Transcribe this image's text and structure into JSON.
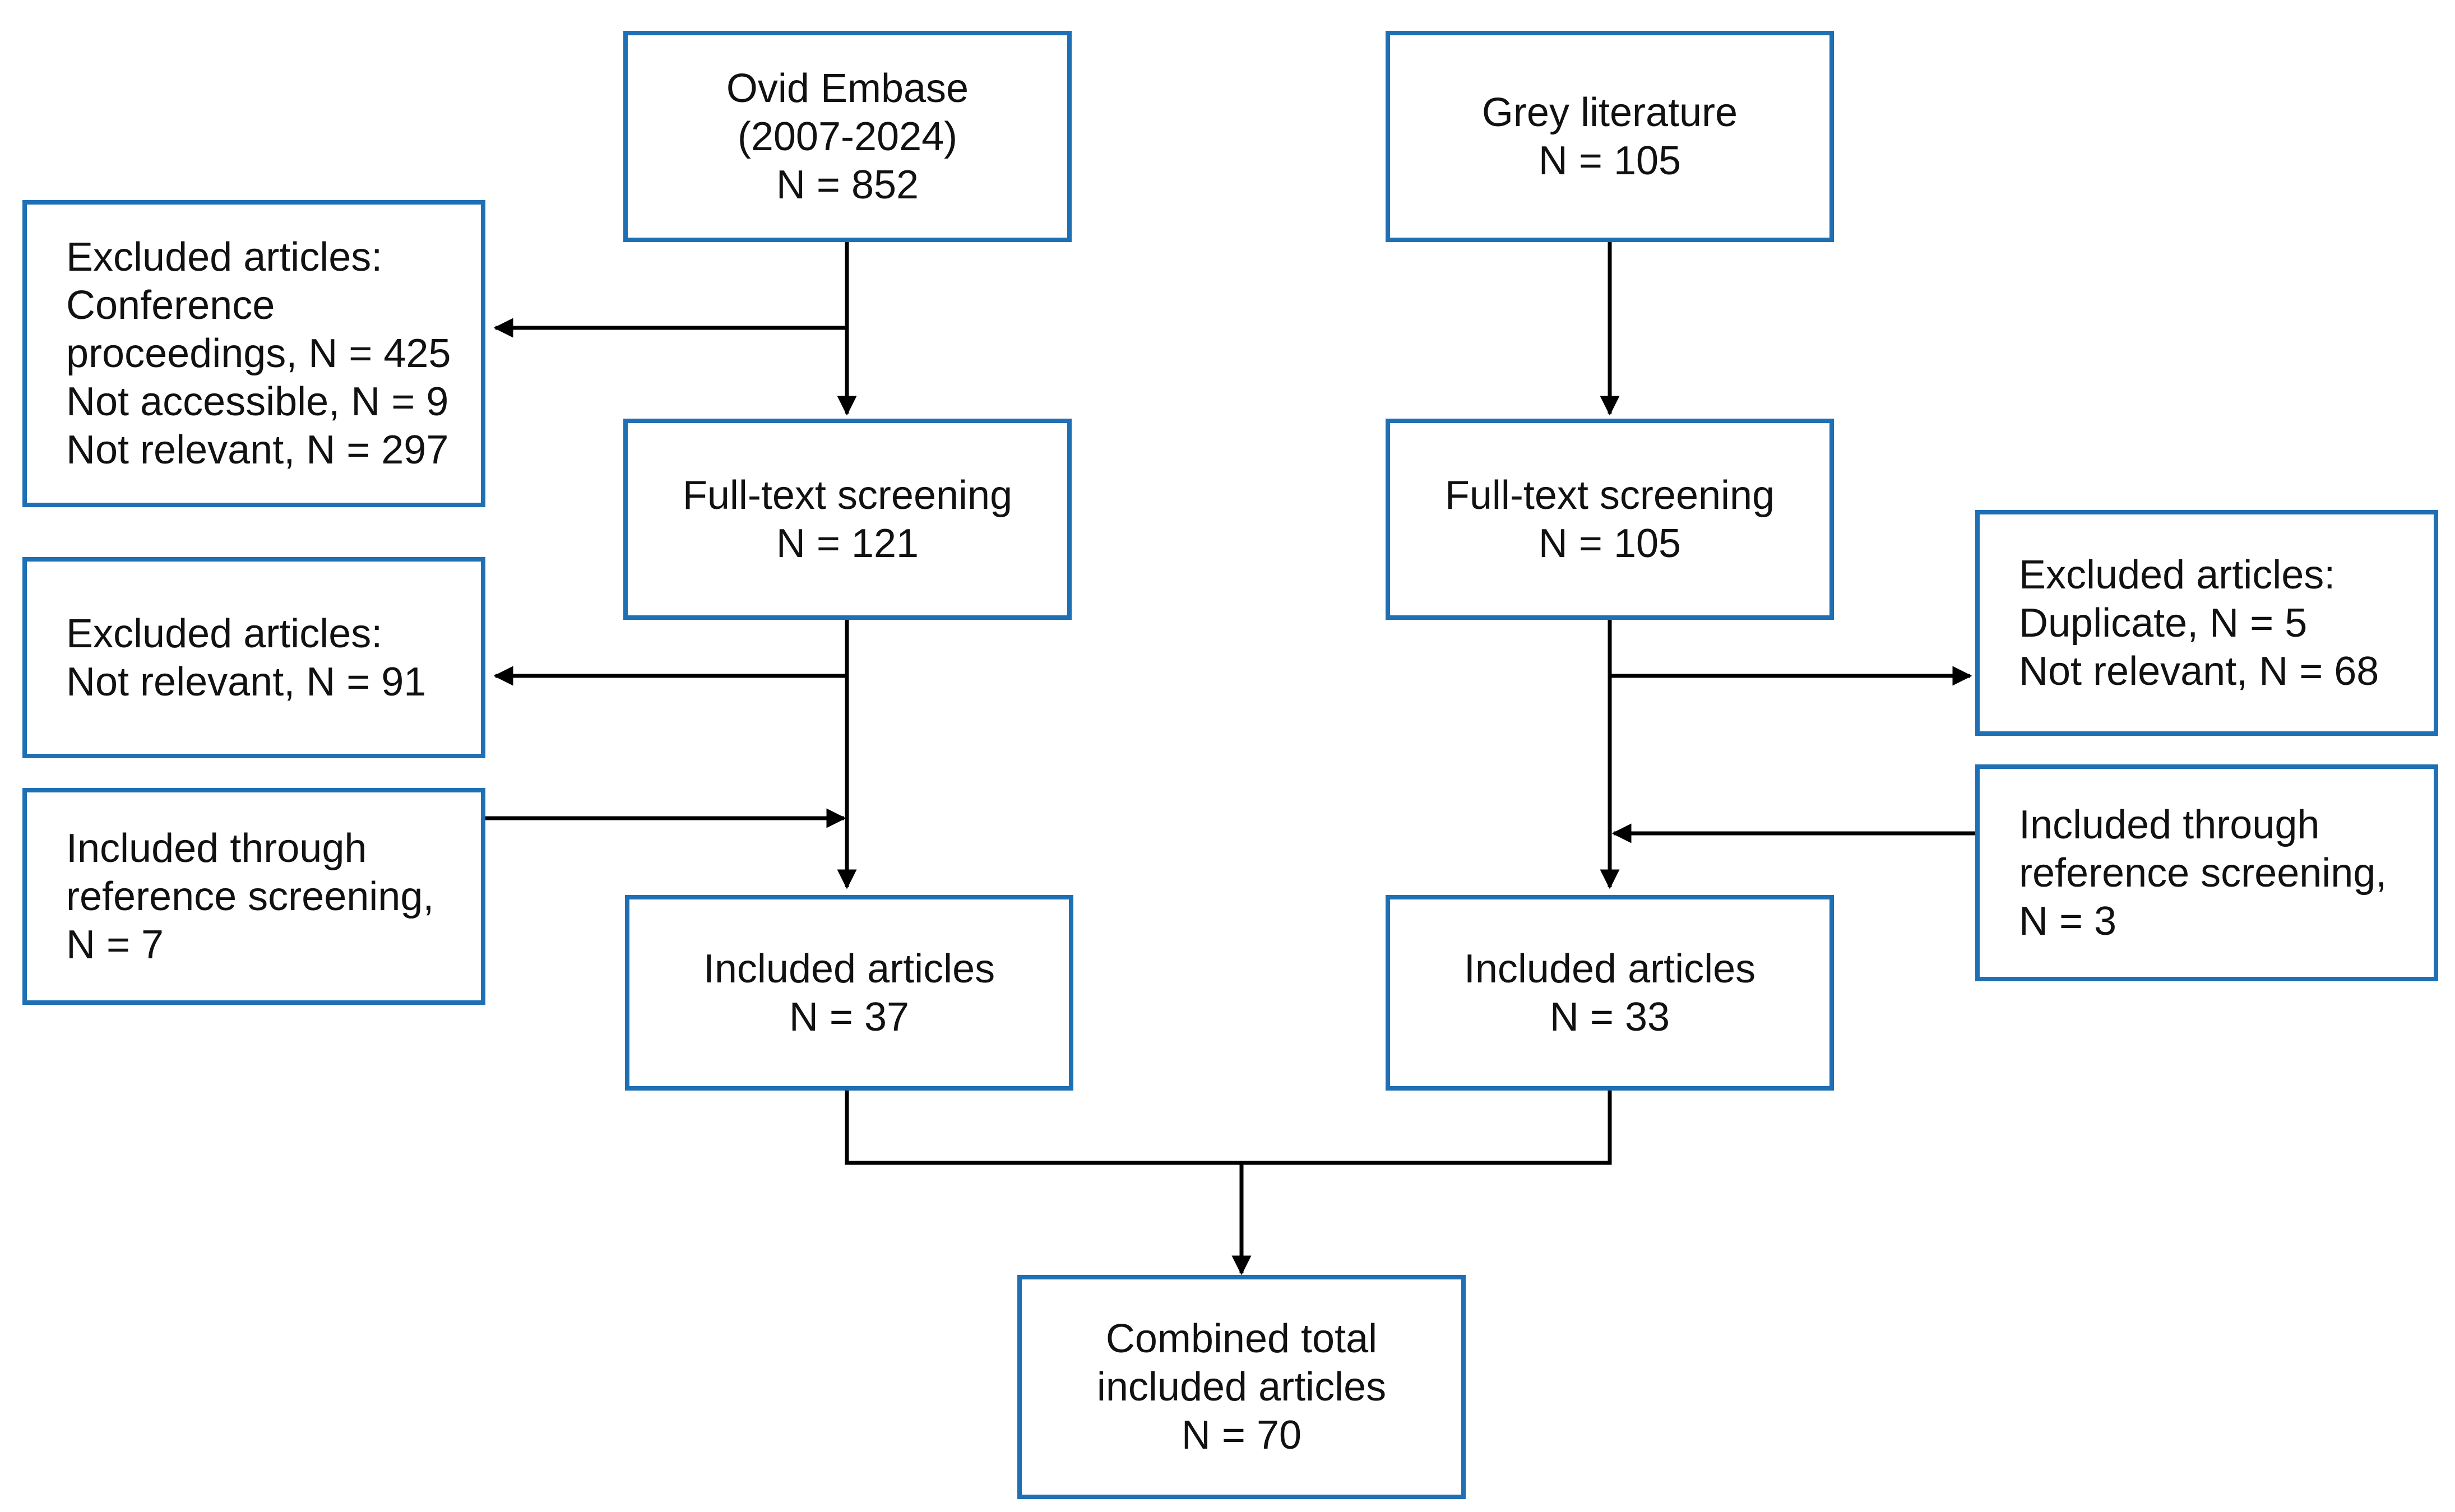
{
  "colors": {
    "box_border": "#1f6fb5",
    "connector": "#000000",
    "text": "#111111"
  },
  "left_branch": {
    "source": [
      "Ovid Embase",
      "(2007-2024)",
      "N = 852"
    ],
    "excluded_1": [
      "Excluded articles:",
      "Conference",
      "proceedings, N = 425",
      "Not accessible, N = 9",
      "Not relevant, N = 297"
    ],
    "screening": [
      "Full-text screening",
      "N = 121"
    ],
    "excluded_2": [
      "Excluded articles:",
      "Not relevant, N = 91"
    ],
    "reference": [
      "Included through",
      "reference screening,",
      "N = 7"
    ],
    "included": [
      "Included articles",
      "N = 37"
    ]
  },
  "right_branch": {
    "source": [
      "Grey literature",
      "N = 105"
    ],
    "screening": [
      "Full-text screening",
      "N = 105"
    ],
    "excluded": [
      "Excluded articles:",
      "Duplicate, N = 5",
      "Not relevant, N = 68"
    ],
    "reference": [
      "Included through",
      "reference screening,",
      "N = 3"
    ],
    "included": [
      "Included articles",
      "N = 33"
    ]
  },
  "combined": [
    "Combined total",
    "included articles",
    "N = 70"
  ]
}
